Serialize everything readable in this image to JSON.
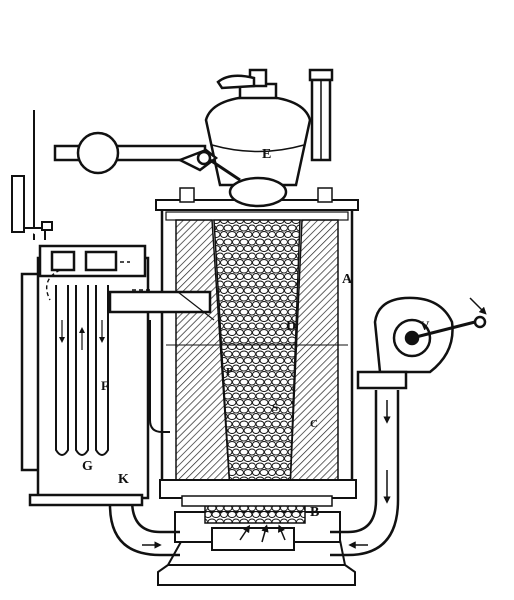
{
  "labels": {
    "A": "A",
    "B": "B",
    "C": "C",
    "D": "D",
    "E": "E",
    "F": "F",
    "G": "G",
    "K": "K",
    "V": "V",
    "S": "S",
    "P": "P"
  },
  "colors": {
    "ink": "#111111",
    "paper": "#ffffff",
    "hatch": "#222222"
  }
}
